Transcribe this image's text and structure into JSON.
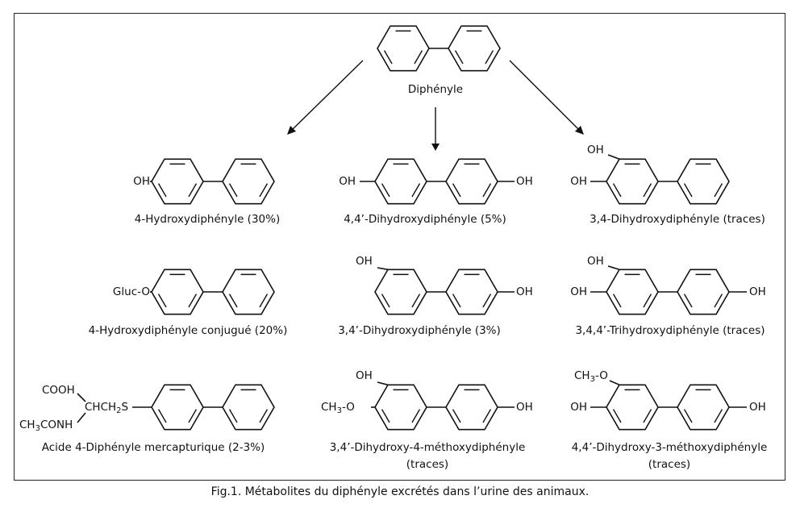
{
  "figure": {
    "caption": "Fig.1. Métabolites du diphényle excrétés dans l’urine des animaux.",
    "parent": {
      "name": "Diphényle"
    },
    "compounds": [
      {
        "name": "4-Hydroxydiphényle (30%)",
        "left_subs": {
          "p": "OH"
        },
        "right_subs": {}
      },
      {
        "name": "4,4’-Dihydroxydiphényle (5%)",
        "left_subs": {
          "p": "OH"
        },
        "right_subs": {
          "p": "OH"
        }
      },
      {
        "name": "3,4-Dihydroxydiphényle (traces)",
        "left_subs": {
          "m": "OH",
          "p": "OH"
        },
        "right_subs": {}
      },
      {
        "name": "4-Hydroxydiphényle conjugué (20%)",
        "left_subs": {
          "p": "Gluc-O"
        },
        "right_subs": {}
      },
      {
        "name": "3,4’-Dihydroxydiphényle (3%)",
        "left_subs": {
          "m": "OH"
        },
        "right_subs": {
          "p": "OH"
        }
      },
      {
        "name": "3,4,4’-Trihydroxydiphényle (traces)",
        "left_subs": {
          "m": "OH",
          "p": "OH"
        },
        "right_subs": {
          "p": "OH"
        }
      },
      {
        "name": "Acide 4-Diphényle mercapturique (2-3%)",
        "left_subs": {
          "p": "mercapturate"
        },
        "right_subs": {},
        "fragments": {
          "cooh": "COOH",
          "chch2s": "CHCH",
          "chch2s_sub": "2",
          "chch2s_s": "S",
          "acnh": "CH",
          "acnh_sub": "3",
          "acnh_rest": "CONH"
        }
      },
      {
        "name": "3,4’-Dihydroxy-4-méthoxydiphényle",
        "name_line2": "(traces)",
        "left_subs": {
          "m": "OH",
          "p": "CH3-O"
        },
        "right_subs": {
          "p": "OH"
        },
        "fragments": {
          "ch": "CH",
          "sub3": "3",
          "rest": "-O"
        }
      },
      {
        "name": "4,4’-Dihydroxy-3-méthoxydiphényle",
        "name_line2": "(traces)",
        "left_subs": {
          "m": "CH3-O",
          "p": "OH"
        },
        "right_subs": {
          "p": "OH"
        },
        "fragments": {
          "ch": "CH",
          "sub3": "3",
          "rest": "-O"
        }
      }
    ],
    "labels": {
      "oh": "OH",
      "gluc": "Gluc-O"
    }
  }
}
